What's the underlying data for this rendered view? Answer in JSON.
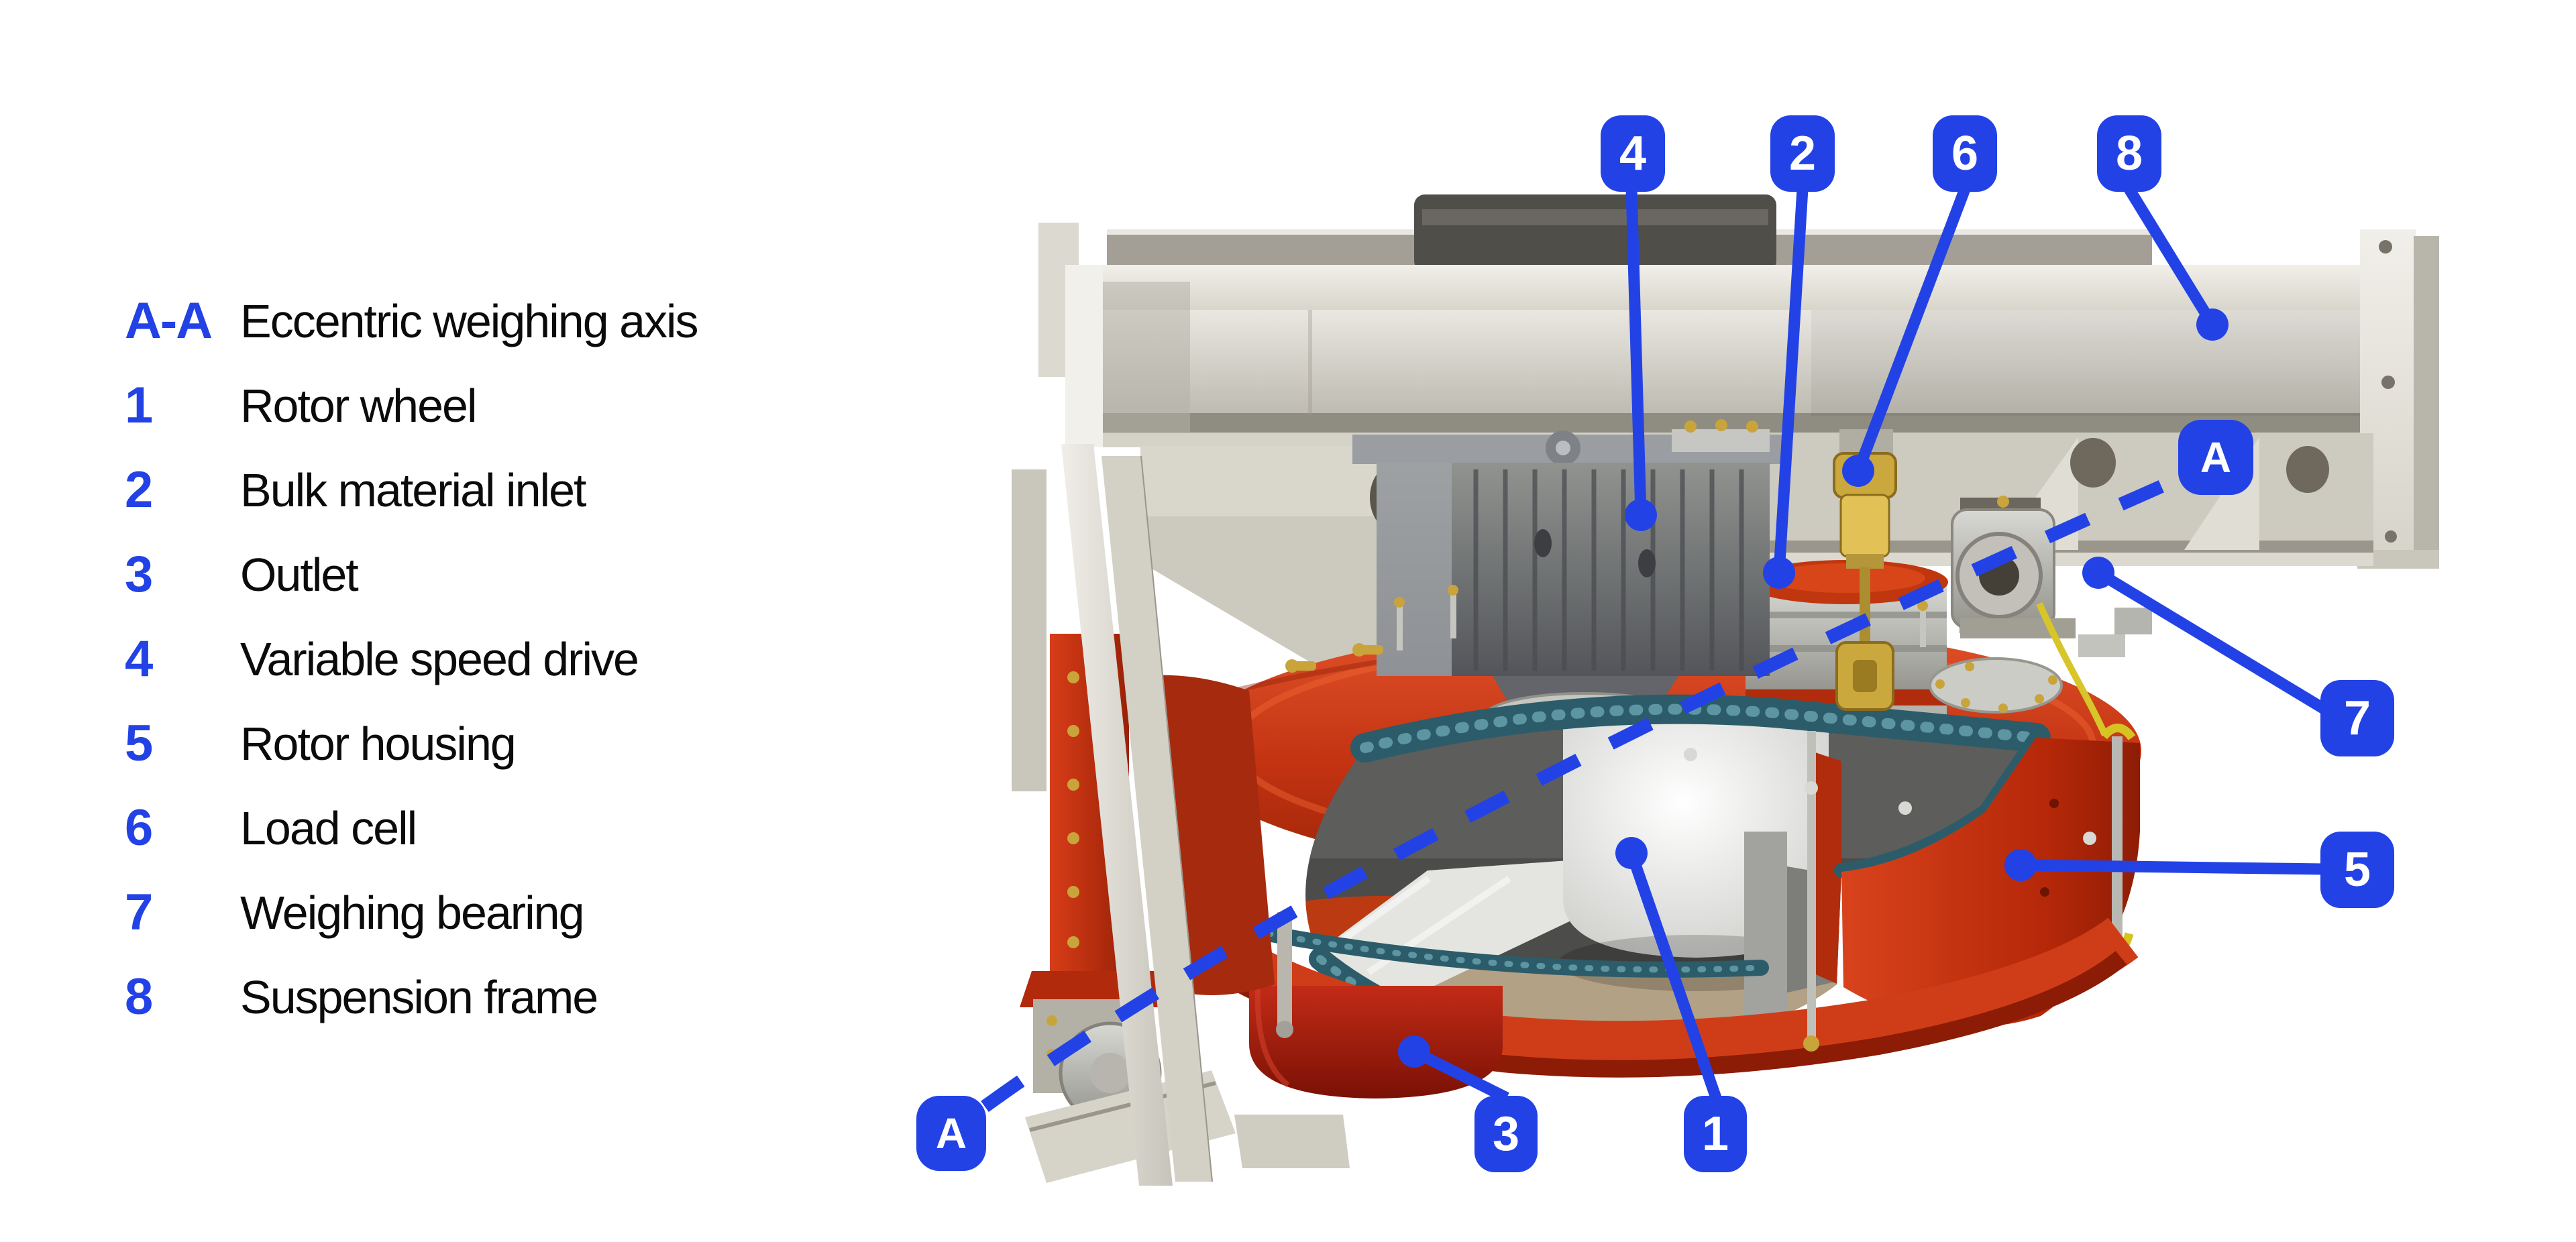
{
  "colors": {
    "accent_blue": "#2342e6",
    "housing_red": "#c63214",
    "outlet_red": "#a81d0d",
    "frame_gray": "#d9d6cc",
    "gearbox_gray": "#6e7074",
    "teal_lining": "#2e606c",
    "brass": "#c9a43b",
    "interior_white": "#f1f1ee"
  },
  "legend": {
    "items": [
      {
        "key": "A-A",
        "label": "Eccentric weighing axis"
      },
      {
        "key": "1",
        "label": "Rotor wheel"
      },
      {
        "key": "2",
        "label": "Bulk material inlet"
      },
      {
        "key": "3",
        "label": "Outlet"
      },
      {
        "key": "4",
        "label": "Variable speed drive"
      },
      {
        "key": "5",
        "label": "Rotor housing"
      },
      {
        "key": "6",
        "label": "Load cell"
      },
      {
        "key": "7",
        "label": "Weighing bearing"
      },
      {
        "key": "8",
        "label": "Suspension frame"
      }
    ]
  },
  "callouts": [
    {
      "label": "4"
    },
    {
      "label": "2"
    },
    {
      "label": "6"
    },
    {
      "label": "8"
    },
    {
      "label": "A"
    },
    {
      "label": "7"
    },
    {
      "label": "5"
    },
    {
      "label": "A"
    },
    {
      "label": "3"
    },
    {
      "label": "1"
    }
  ]
}
